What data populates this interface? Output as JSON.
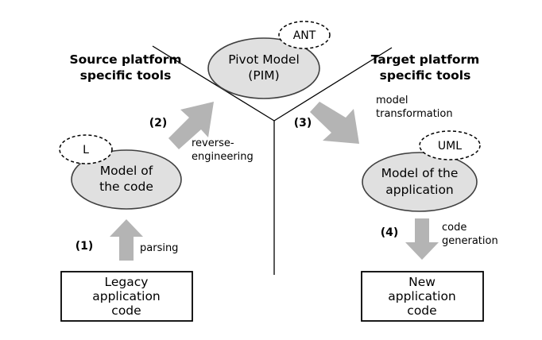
{
  "headings": {
    "source_line1": "Source platform",
    "source_line2": "specific tools",
    "target_line1": "Target platform",
    "target_line2": "specific tools"
  },
  "nodes": {
    "pivot_line1": "Pivot Model",
    "pivot_line2": "(PIM)",
    "pivot_tag": "ANT",
    "code_model_line1": "Model of",
    "code_model_line2": "the code",
    "code_model_tag": "L",
    "app_model_line1": "Model of the",
    "app_model_line2": "application",
    "app_model_tag": "UML",
    "legacy_line1": "Legacy",
    "legacy_line2": "application",
    "legacy_line3": "code",
    "new_line1": "New",
    "new_line2": "application",
    "new_line3": "code"
  },
  "steps": {
    "s1": "(1)",
    "s1_label": "parsing",
    "s2": "(2)",
    "s2_label_line1": "reverse-",
    "s2_label_line2": "engineering",
    "s3": "(3)",
    "s3_label_line1": "model",
    "s3_label_line2": "transformation",
    "s4": "(4)",
    "s4_label_line1": "code",
    "s4_label_line2": "generation"
  },
  "colors": {
    "ellipse_fill": "#e0e0e0",
    "arrow_fill": "#b4b4b4",
    "stroke": "#404040"
  }
}
